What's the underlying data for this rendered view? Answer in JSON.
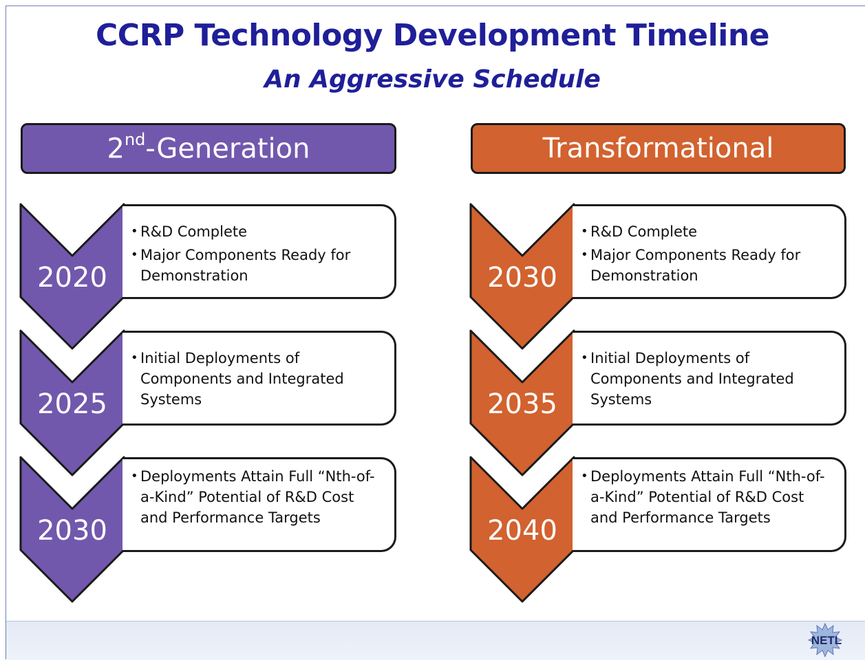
{
  "title": "CCRP Technology Development Timeline",
  "subtitle": "An Aggressive Schedule",
  "colors": {
    "title": "#1f1f99",
    "purple": "#7158ad",
    "orange": "#d2622f"
  },
  "columns": [
    {
      "header_main": "2",
      "header_sup": "nd",
      "header_rest": "-Generation",
      "color": "#7158ad",
      "milestones": [
        {
          "year": "2020",
          "bullets": [
            "R&D Complete",
            "Major Components Ready for Demonstration"
          ]
        },
        {
          "year": "2025",
          "bullets": [
            "Initial Deployments of Components and Integrated Systems"
          ]
        },
        {
          "year": "2030",
          "bullets": [
            "Deployments Attain Full “Nth-of-a-Kind” Potential of R&D Cost and Performance Targets"
          ]
        }
      ]
    },
    {
      "header_main": "Transformational",
      "color": "#d2622f",
      "milestones": [
        {
          "year": "2030",
          "bullets": [
            "R&D Complete",
            "Major Components Ready for Demonstration"
          ]
        },
        {
          "year": "2035",
          "bullets": [
            "Initial Deployments of Components and Integrated Systems"
          ]
        },
        {
          "year": "2040",
          "bullets": [
            "Deployments Attain Full “Nth-of-a-Kind” Potential of R&D Cost and Performance Targets"
          ]
        }
      ]
    }
  ],
  "logo": {
    "text": "NETL",
    "icon": "netl-logo-icon"
  }
}
